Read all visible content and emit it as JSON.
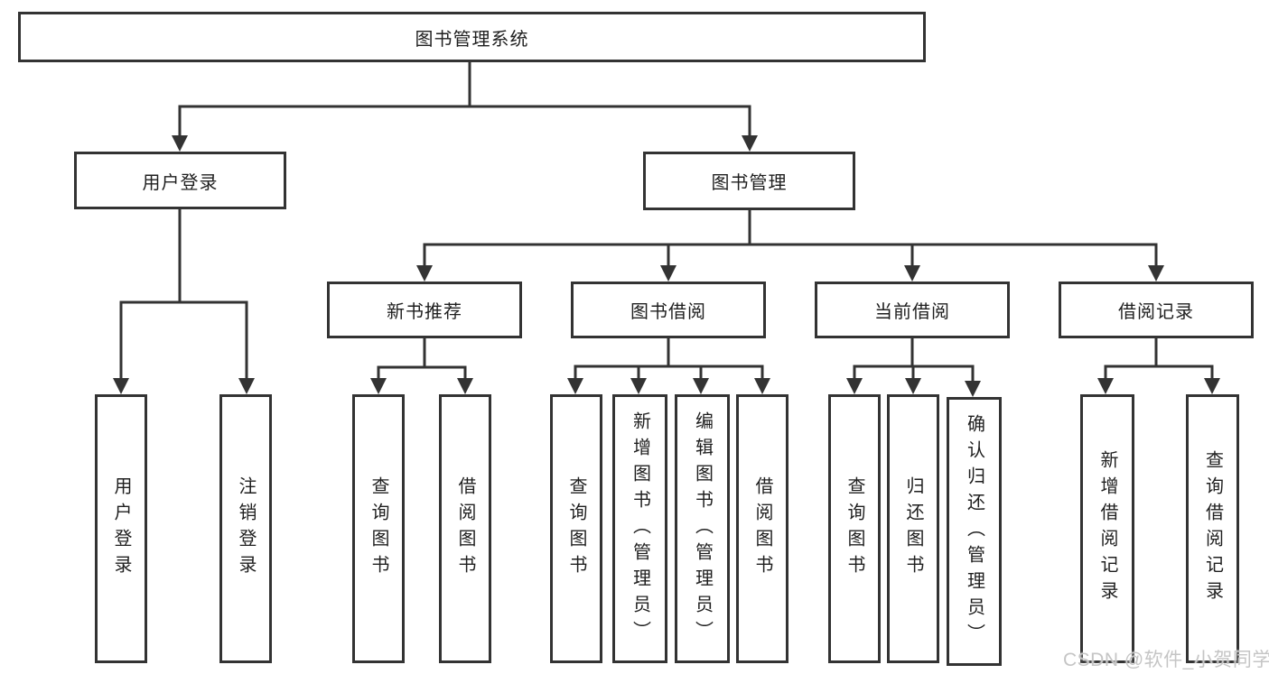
{
  "diagram": {
    "root": {
      "label": "图书管理系统"
    },
    "level2": [
      {
        "label": "用户登录"
      },
      {
        "label": "图书管理"
      }
    ],
    "level3": [
      {
        "label": "新书推荐"
      },
      {
        "label": "图书借阅"
      },
      {
        "label": "当前借阅"
      },
      {
        "label": "借阅记录"
      }
    ],
    "leaves": {
      "user_login": [
        {
          "label": "用户登录"
        },
        {
          "label": "注销登录"
        }
      ],
      "new_book_recommend": [
        {
          "label": "查询图书"
        },
        {
          "label": "借阅图书"
        }
      ],
      "book_borrow": [
        {
          "label": "查询图书"
        },
        {
          "label": "新增图书（管理员）"
        },
        {
          "label": "编辑图书（管理员）"
        },
        {
          "label": "借阅图书"
        }
      ],
      "current_borrow": [
        {
          "label": "查询图书"
        },
        {
          "label": "归还图书"
        },
        {
          "label": "确认归还（管理员）"
        }
      ],
      "borrow_record": [
        {
          "label": "新增借阅记录"
        },
        {
          "label": "查询借阅记录"
        }
      ]
    }
  },
  "watermark": {
    "text": "CSDN @软件_小贺同学"
  },
  "colors": {
    "border": "#333333",
    "line": "#333333",
    "text": "#1f1f1f",
    "background": "#ffffff",
    "watermark": "#c5c5c5"
  }
}
